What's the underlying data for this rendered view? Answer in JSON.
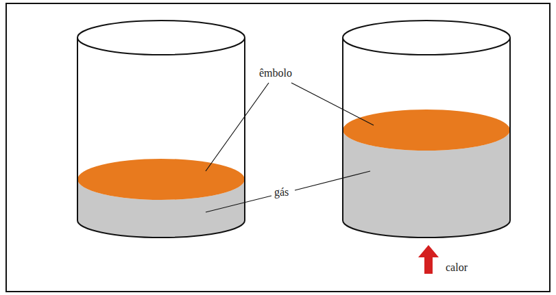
{
  "diagram": {
    "labels": [
      "êmbolo",
      "gás",
      "calor"
    ]
  }
}
